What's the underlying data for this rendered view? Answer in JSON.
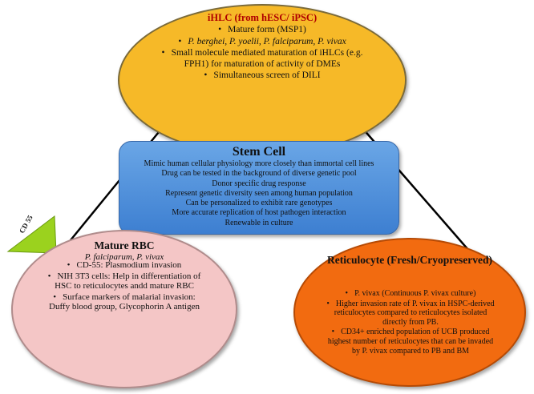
{
  "top": {
    "title": "iHLC  (from hESC/ iPSC)",
    "items": [
      "Mature form (MSP1)",
      "P. berghei, P. yoelii, P. falciparum, P. vivax",
      "Small molecule mediated maturation of iHLCs  (e.g. FPH1) for maturation of activity of DMEs",
      "Simultaneous screen of DILI"
    ]
  },
  "center": {
    "title": "Stem Cell",
    "lines": [
      "Mimic human cellular physiology more closely than immortal cell lines",
      "Drug can be tested in the background of diverse genetic pool",
      "Donor specific drug response",
      "Represent genetic diversity seen among human population",
      "Can be personalized to exhibit rare genotypes",
      "More accurate replication of host pathogen interaction",
      "Renewable in culture"
    ]
  },
  "left": {
    "tag": "CD 55",
    "title": "Mature RBC",
    "subtitle": "P. falciparum, P. vivax",
    "items": [
      "CD-55: Plasmodium invasion",
      "NIH 3T3 cells: Help in differentiation of HSC to reticulocytes andd mature RBC",
      "Surface markers of malarial invasion: Duffy blood group, Glycophorin A antigen"
    ]
  },
  "right": {
    "title": "Reticulocyte (Fresh/Cryopreserved)",
    "items": [
      "P. vivax (Continuous P. vivax culture)",
      "Higher invasion rate of P. vivax in HSPC-derived reticulocytes  compared to reticulocytes isolated directly from PB.",
      "CD34+ enriched population of UCB produced highest number of reticulocytes that can be invaded by P. vivax compared to PB and BM"
    ]
  },
  "colors": {
    "top_fill": "#f6b928",
    "center_fill": "#4a8cd9",
    "left_fill": "#f4c6c6",
    "right_fill": "#f26b10",
    "tag_fill": "#9bd21e",
    "title_red": "#b00000"
  }
}
